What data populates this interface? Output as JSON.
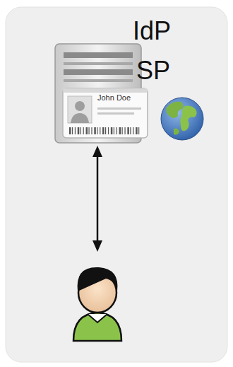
{
  "diagram": {
    "nodes": [
      {
        "text": [
          "John Doe"
        ]
      }
    ],
    "labels": [
      "IdP",
      "SP"
    ]
  }
}
